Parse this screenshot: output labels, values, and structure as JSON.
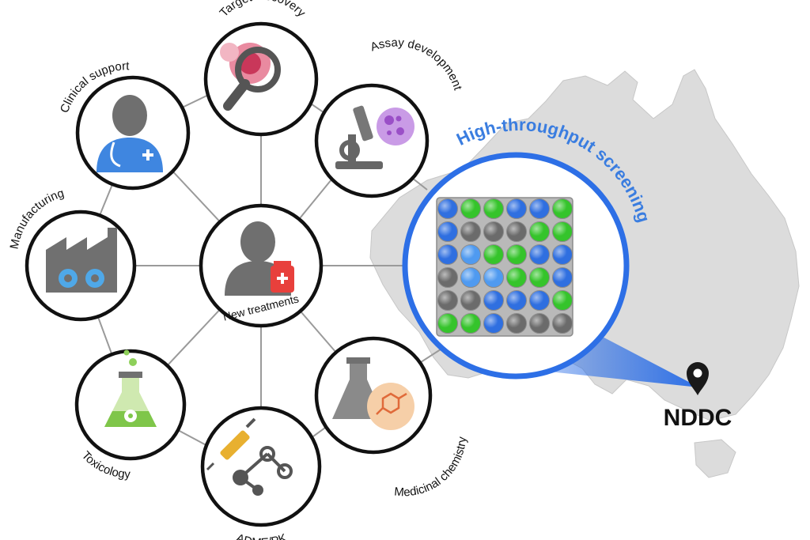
{
  "hub": {
    "label": "New treatments"
  },
  "nodes": [
    {
      "id": "target-discovery",
      "label": "Target discovery",
      "icon": "magnifier-cell-icon"
    },
    {
      "id": "assay-development",
      "label": "Assay development",
      "icon": "microscope-icon"
    },
    {
      "id": "medicinal-chemistry",
      "label": "Medicinal chemistry",
      "icon": "flask-molecule-icon"
    },
    {
      "id": "adme-pk",
      "label": "ADME/PK",
      "icon": "syringe-molecule-icon"
    },
    {
      "id": "toxicology",
      "label": "Toxicology",
      "icon": "radioactive-flask-icon"
    },
    {
      "id": "manufacturing",
      "label": "Manufacturing",
      "icon": "factory-gears-icon"
    },
    {
      "id": "clinical-support",
      "label": "Clinical support",
      "icon": "doctor-icon"
    }
  ],
  "screening": {
    "title": "High-throughput screening",
    "plate_colors": {
      "B": "#2f6fe0",
      "G": "#35c42b",
      "K": "#6b6b6b",
      "L": "#4f9af0"
    },
    "plate_rows": [
      [
        "B",
        "G",
        "G",
        "B",
        "B",
        "G"
      ],
      [
        "B",
        "K",
        "K",
        "K",
        "G",
        "G"
      ],
      [
        "B",
        "L",
        "G",
        "G",
        "B",
        "B"
      ],
      [
        "K",
        "L",
        "L",
        "G",
        "G",
        "B"
      ],
      [
        "K",
        "K",
        "B",
        "B",
        "B",
        "G"
      ],
      [
        "G",
        "G",
        "B",
        "K",
        "K",
        "K"
      ]
    ]
  },
  "location": {
    "label": "NDDC",
    "icon": "map-pin-icon"
  },
  "colors": {
    "screening_blue": "#3a7de0",
    "ring": "#111111",
    "spoke": "#9a9a9a",
    "map_gray": "#dcdcdc"
  }
}
